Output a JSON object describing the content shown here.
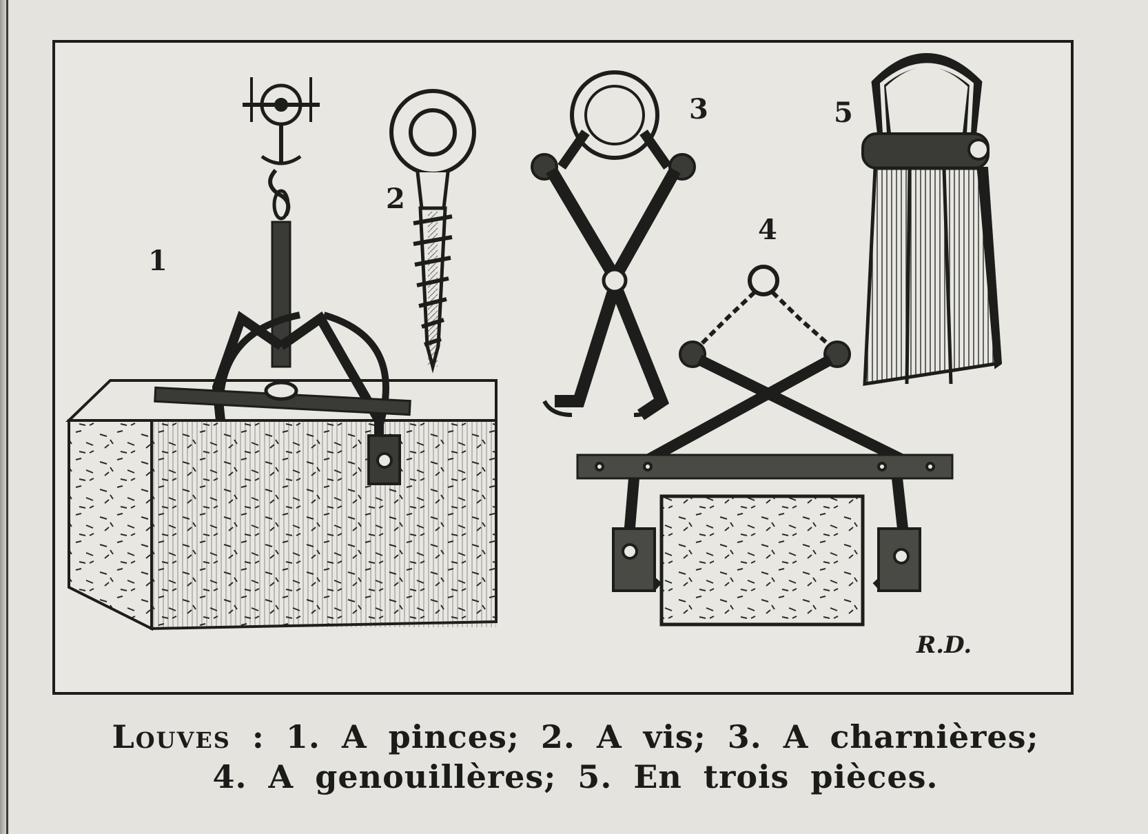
{
  "figure": {
    "labels": [
      "1",
      "2",
      "3",
      "4",
      "5"
    ],
    "signature": "R.D."
  },
  "caption": {
    "lead": "Louves",
    "line1_rest": " : 1. A pinces; 2. A vis; 3. A charnières;",
    "line2": "4. A genouillères; 5. En trois pièces."
  }
}
